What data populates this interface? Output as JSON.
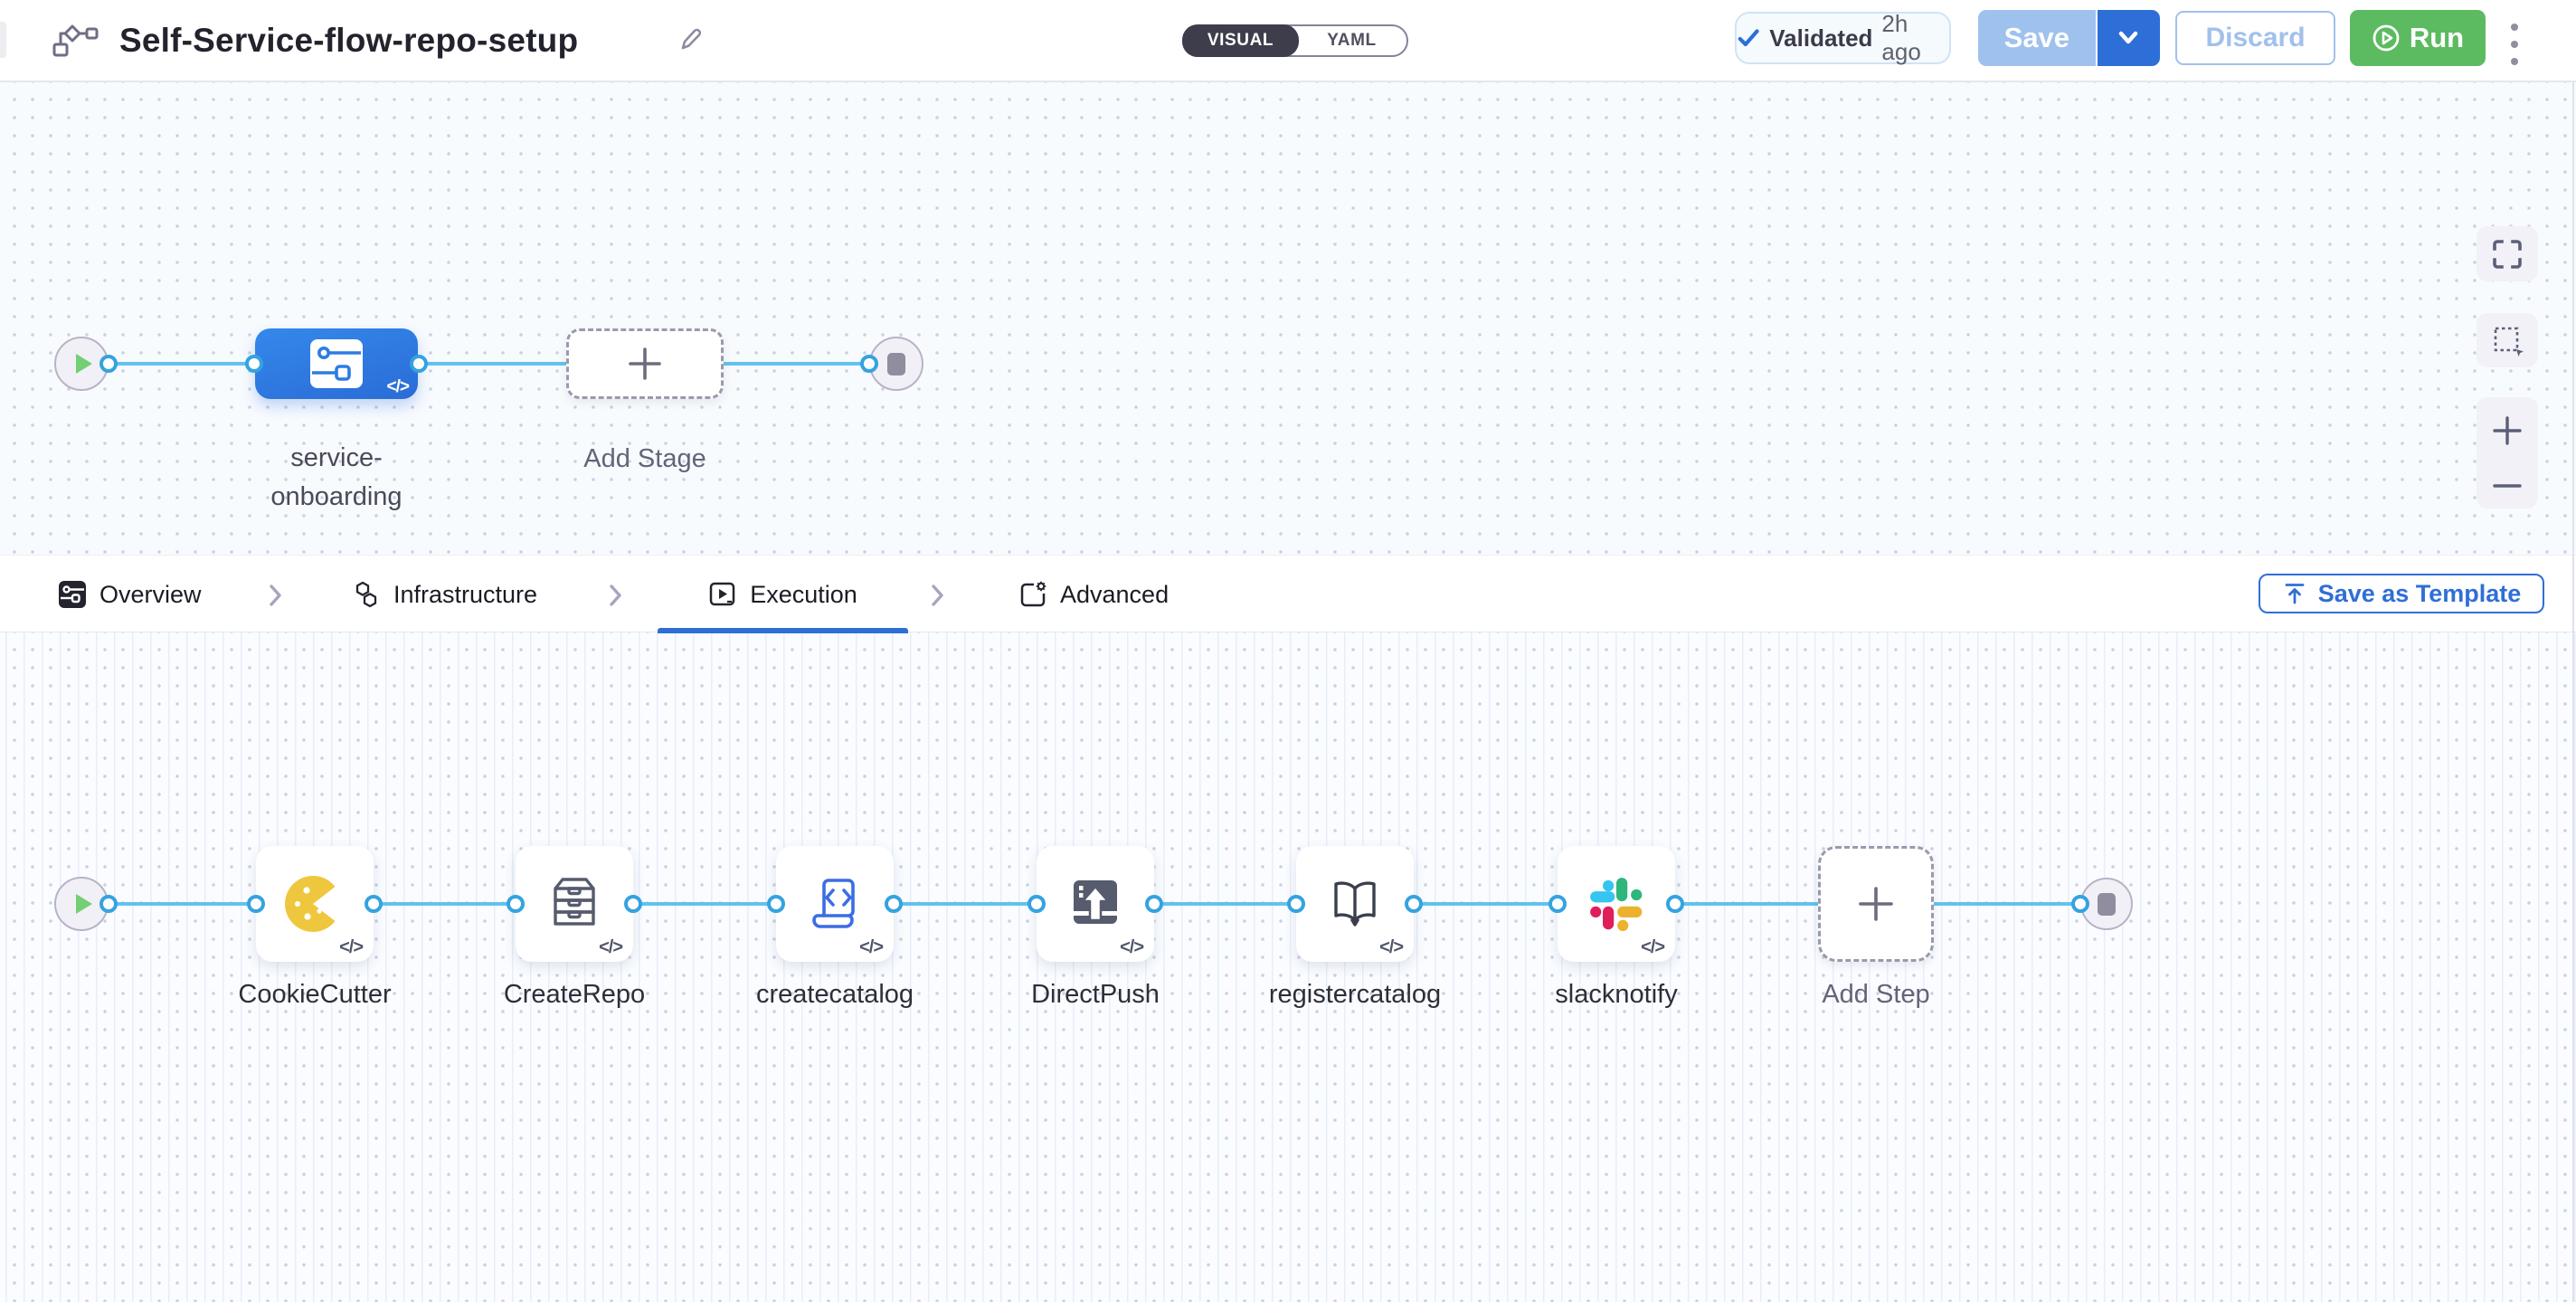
{
  "header": {
    "title": "Self-Service-flow-repo-setup",
    "mode_toggle": {
      "visual": "VISUAL",
      "yaml": "YAML",
      "active": "VISUAL"
    },
    "validated": {
      "label": "Validated",
      "time": "2h ago"
    },
    "save": "Save",
    "discard": "Discard",
    "run": "Run"
  },
  "pipeline": {
    "stage": {
      "name_line1": "service-",
      "name_line2": "onboarding",
      "code_badge": "</>"
    },
    "add_stage": "Add Stage"
  },
  "tabs": {
    "items": [
      {
        "label": "Overview"
      },
      {
        "label": "Infrastructure"
      },
      {
        "label": "Execution",
        "active": true
      },
      {
        "label": "Advanced"
      }
    ],
    "save_as_template": "Save as Template"
  },
  "execution": {
    "steps": [
      {
        "name": "CookieCutter",
        "icon": "cookiecutter-icon",
        "code_badge": "</>"
      },
      {
        "name": "CreateRepo",
        "icon": "drawer-cabinet-icon",
        "code_badge": "</>"
      },
      {
        "name": "createcatalog",
        "icon": "code-script-icon",
        "code_badge": "</>"
      },
      {
        "name": "DirectPush",
        "icon": "push-upload-icon",
        "code_badge": "</>"
      },
      {
        "name": "registercatalog",
        "icon": "open-book-icon",
        "code_badge": "</>"
      },
      {
        "name": "slacknotify",
        "icon": "slack-icon",
        "code_badge": "</>"
      }
    ],
    "add_step": "Add Step"
  },
  "colors": {
    "accent_blue": "#2e6fd6",
    "connector_blue": "#62c2ee",
    "port_ring_blue": "#35a3df",
    "stage_node_blue": "#2e7ce2",
    "run_green": "#5cbb61",
    "cookie_yellow": "#efc73e",
    "slack": {
      "blue": "#36C5F0",
      "green": "#2EB67D",
      "red": "#E01E5A",
      "yellow": "#ECB22E"
    }
  }
}
